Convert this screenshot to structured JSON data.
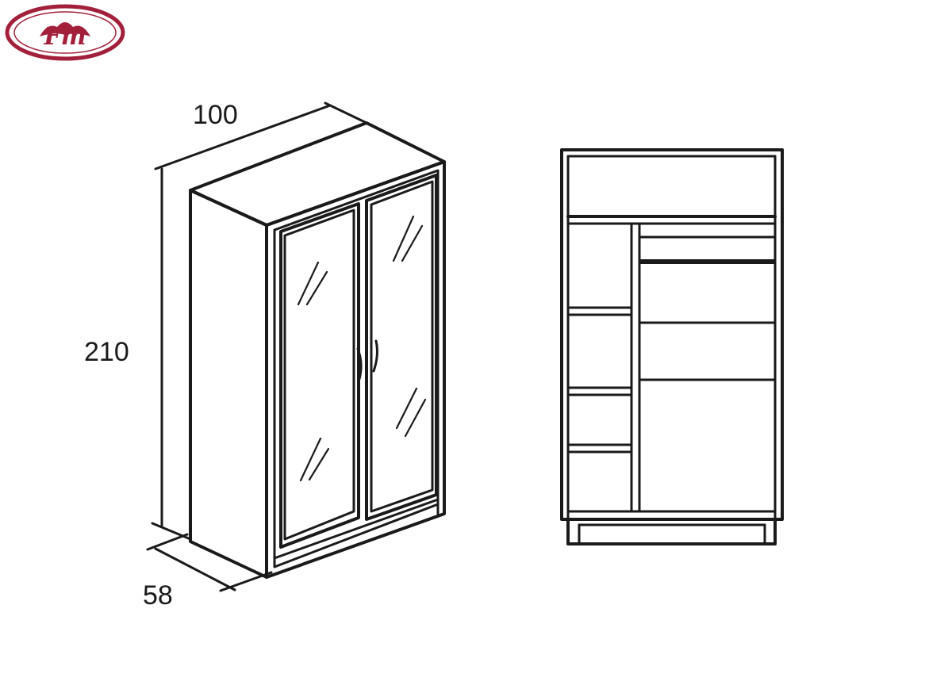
{
  "logo": {
    "text": "Fm",
    "color": "#a3203a"
  },
  "dimensions": {
    "width": "100",
    "height": "210",
    "depth": "58"
  },
  "colors": {
    "line": "#1a1a1a",
    "background": "#ffffff"
  }
}
